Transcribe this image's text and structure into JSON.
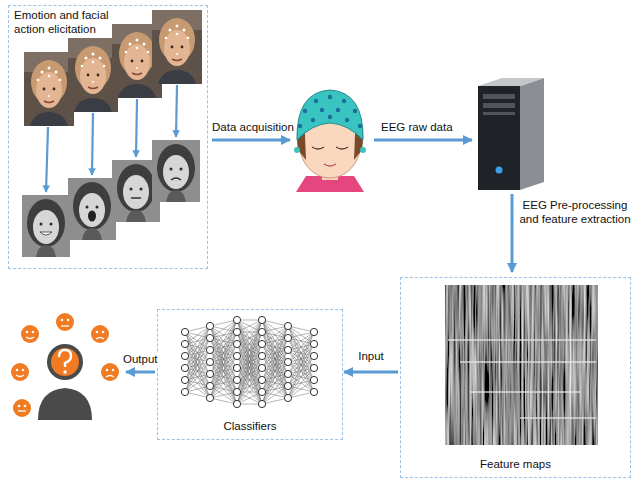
{
  "diagram": {
    "nodes": [
      {
        "text": [
          "Emotion and facial action elicitation"
        ]
      },
      {
        "text": [
          "Feature maps"
        ]
      },
      {
        "text": [
          "Classifiers"
        ]
      }
    ],
    "edges": [
      {
        "from": 1,
        "to": 2,
        "arrow": "to",
        "label": "Input"
      }
    ],
    "labels": [
      "Data acquisition",
      "EEG raw data",
      "EEG Pre-processing and feature extraction",
      "Output"
    ]
  }
}
